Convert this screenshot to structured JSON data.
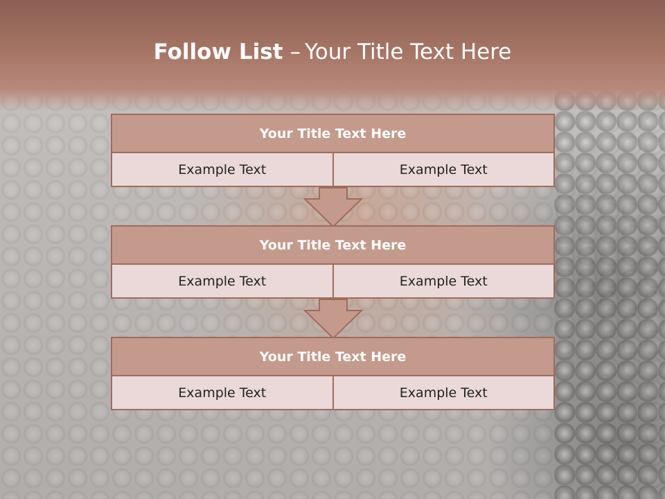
{
  "slide": {
    "title_bold": "Follow List",
    "title_dash": "–",
    "title_rest": "Your Title Text Here"
  },
  "blocks": [
    {
      "title": "Your Title Text Here",
      "left": "Example Text",
      "right": "Example Text"
    },
    {
      "title": "Your Title Text Here",
      "left": "Example Text",
      "right": "Example Text"
    },
    {
      "title": "Your Title Text Here",
      "left": "Example Text",
      "right": "Example Text"
    }
  ],
  "colors": {
    "header": "#a57465",
    "box_title": "#c49a8c",
    "box_cell": "#ead9d8",
    "border": "#a06b5c"
  }
}
